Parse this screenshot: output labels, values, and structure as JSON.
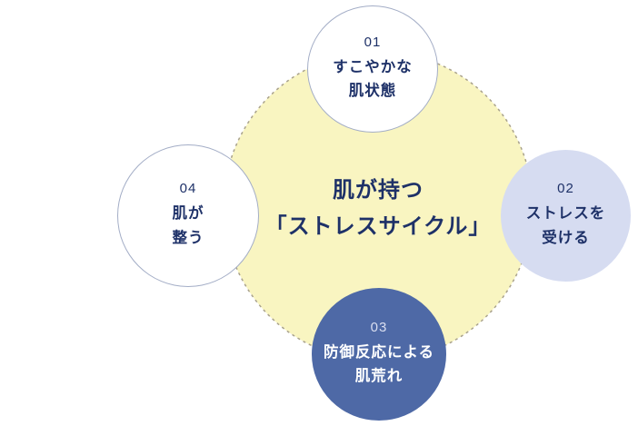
{
  "title": {
    "line1": "肌が持つ",
    "line2": "「ストレスサイクル」"
  },
  "cycle": {
    "steps": [
      {
        "number": "01",
        "lines": [
          "すこやかな",
          "肌状態"
        ],
        "position": "top",
        "style": "outline"
      },
      {
        "number": "02",
        "lines": [
          "ストレスを",
          "受ける"
        ],
        "position": "right",
        "style": "light"
      },
      {
        "number": "03",
        "lines": [
          "防御反応による",
          "肌荒れ"
        ],
        "position": "bottom",
        "style": "dark"
      },
      {
        "number": "04",
        "lines": [
          "肌が",
          "整う"
        ],
        "position": "left",
        "style": "outline"
      }
    ]
  },
  "colors": {
    "background": "#ffffff",
    "cycle_fill": "#f9f5c1",
    "cycle_border": "#a9a28c",
    "outline_circle_fill": "#ffffff",
    "outline_circle_border": "#a3adc6",
    "light_circle_fill": "#d6dcf1",
    "dark_circle_fill": "#4e69a6",
    "dark_circle_text": "#ffffff",
    "dark_circle_number": "#d9def0",
    "text_navy": "#1e3168"
  }
}
